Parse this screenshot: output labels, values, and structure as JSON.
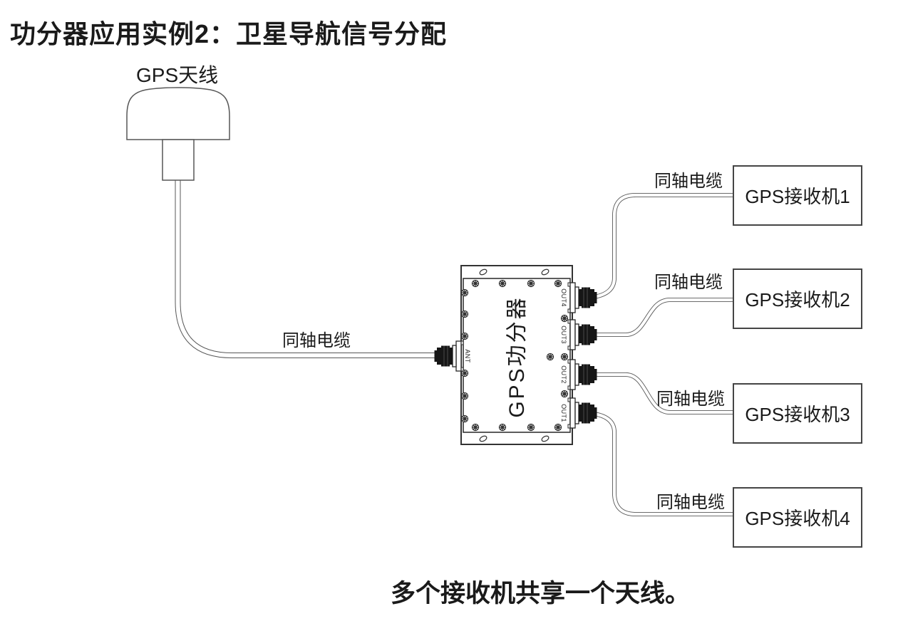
{
  "title": "功分器应用实例2：卫星导航信号分配",
  "caption": "多个接收机共享一个天线。",
  "antenna": {
    "label": "GPS天线"
  },
  "cable_labels": {
    "main": "同轴电缆",
    "branch_1": "同轴电缆",
    "branch_2": "同轴电缆",
    "branch_3": "同轴电缆",
    "branch_4": "同轴电缆"
  },
  "splitter": {
    "name": "GPS功分器",
    "input_port": "ANT",
    "output_ports": [
      "OUT4",
      "OUT3",
      "OUT2",
      "OUT1"
    ]
  },
  "receivers": [
    "GPS接收机1",
    "GPS接收机2",
    "GPS接收机3",
    "GPS接收机4"
  ],
  "colors": {
    "background": "#ffffff",
    "line": "#575757",
    "box_line": "#333333",
    "connector": "#161616",
    "text": "#1a1a1a"
  }
}
